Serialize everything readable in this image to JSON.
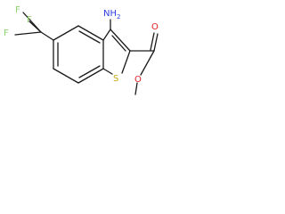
{
  "molecule": {
    "atoms": {
      "fluorine_1": "F",
      "fluorine_2": "F",
      "fluorine_3": "F",
      "amino_n": "NH",
      "amino_sub": "2",
      "sulfur": "S",
      "carbonyl_o": "O",
      "ester_o": "O"
    },
    "colors": {
      "bond": "#1a1a1a",
      "fluorine": "#8fd16e",
      "nitrogen": "#2b3fe0",
      "oxygen": "#e02020",
      "sulfur": "#c9a817"
    }
  }
}
